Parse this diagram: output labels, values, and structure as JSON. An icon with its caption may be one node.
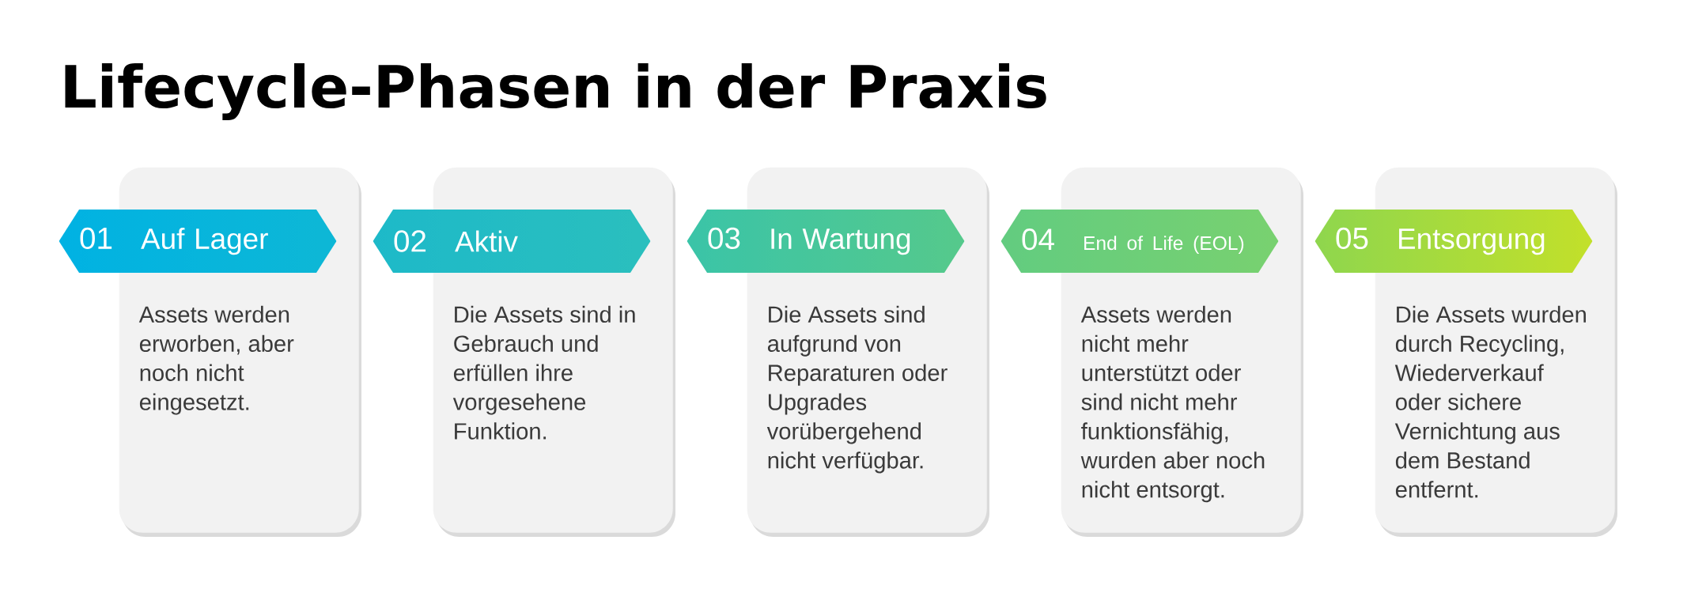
{
  "diagram": {
    "title": "Lifecycle-Phasen in der Praxis",
    "nodes": [
      {
        "text": [
          "01",
          "Auf Lager"
        ]
      },
      {
        "text": [
          "Assets werden erworben, aber noch nicht eingesetzt."
        ]
      },
      {
        "text": [
          "02",
          "Aktiv"
        ]
      },
      {
        "text": [
          "Die Assets sind in Gebrauch und erfüllen ihre vorgesehene Funktion."
        ]
      },
      {
        "text": [
          "03",
          "In Wartung"
        ]
      },
      {
        "text": [
          "Die Assets sind aufgrund von Reparaturen oder Upgrades vorübergehend nicht verfügbar."
        ]
      },
      {
        "text": [
          "04",
          "End of Life (EOL)"
        ]
      },
      {
        "text": [
          "Assets werden nicht mehr unterstützt oder sind nicht mehr funktionsfähig, wurden aber noch nicht entsorgt."
        ]
      },
      {
        "text": [
          "05",
          "Entsorgung"
        ]
      },
      {
        "text": [
          "Die Assets wurden durch Recycling, Wiederverkauf oder sichere Vernichtung aus dem Bestand entfernt."
        ]
      }
    ]
  }
}
